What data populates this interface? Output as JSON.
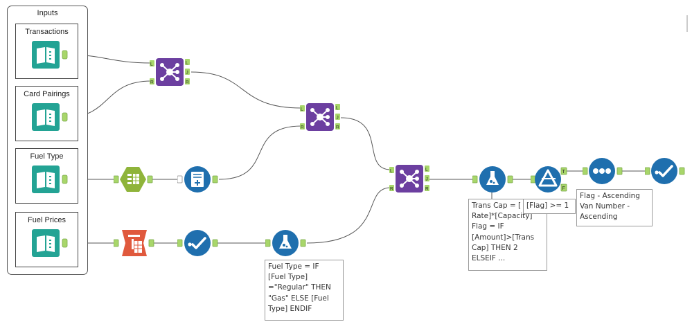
{
  "container": {
    "title": "Inputs"
  },
  "inputs": [
    {
      "label": "Transactions"
    },
    {
      "label": "Card Pairings"
    },
    {
      "label": "Fuel Type"
    },
    {
      "label": "Fuel Prices"
    }
  ],
  "anchors": {
    "left": "L",
    "right": "R",
    "join": "J",
    "true": "T",
    "false": "F"
  },
  "annotations": {
    "fuel_formula": "Fuel Type = IF\n[Fuel Type]\n=\"Regular\" THEN\n\"Gas\" ELSE [Fuel\nType] ENDIF",
    "trans_formula": "Trans Cap = [\nRate]*[Capacity]\nFlag = IF\n[Amount]>[Trans\nCap] THEN 2\nELSEIF ...",
    "filter_expr": "[Flag] >= 1",
    "sort_desc": "Flag - Ascending\nVan Number -\nAscending"
  },
  "colors": {
    "input_teal": "#23a394",
    "join_purple": "#6c3fa0",
    "prep_blue": "#1f6fae",
    "parse_green": "#8fb43a",
    "parse_red": "#e0593d",
    "anchor_green": "#a8d66a",
    "wire": "#555555"
  },
  "icons": {
    "input": "book-icon",
    "join": "join-icon",
    "text_to_columns": "text-to-columns-icon",
    "append": "append-fields-icon",
    "crosstab": "crosstab-icon",
    "select": "select-checkmark-icon",
    "formula": "formula-flask-icon",
    "filter": "filter-triangle-icon",
    "sort": "sort-dots-icon"
  }
}
